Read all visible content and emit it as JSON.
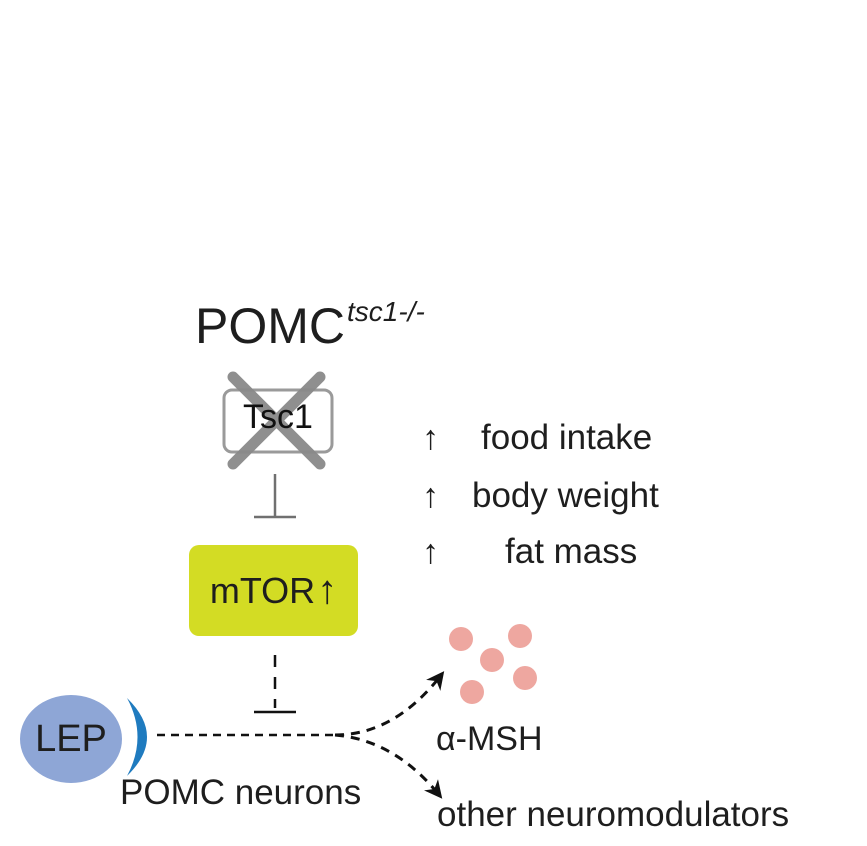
{
  "title": {
    "main": "POMC",
    "superscript": "tsc1-/-"
  },
  "tsc1": {
    "label": "Tsc1"
  },
  "mtor": {
    "label": "mTOR",
    "arrow": "↑"
  },
  "effects": [
    {
      "arrow": "↑",
      "label": "food intake"
    },
    {
      "arrow": "↑",
      "label": "body weight"
    },
    {
      "arrow": "↑",
      "label": "fat mass"
    }
  ],
  "lep": {
    "label": "LEP"
  },
  "receptor": {
    "color": "#1f7bbf"
  },
  "neurons_label": "POMC neurons",
  "outputs": {
    "msh": "α-MSH",
    "others": "other neuromodulators"
  },
  "colors": {
    "mtor_box": "#d3dc24",
    "lep_circle": "#8ea6d6",
    "granules": "#eea7a0",
    "cross": "#8a8a8a",
    "inhibition": "#707070"
  }
}
